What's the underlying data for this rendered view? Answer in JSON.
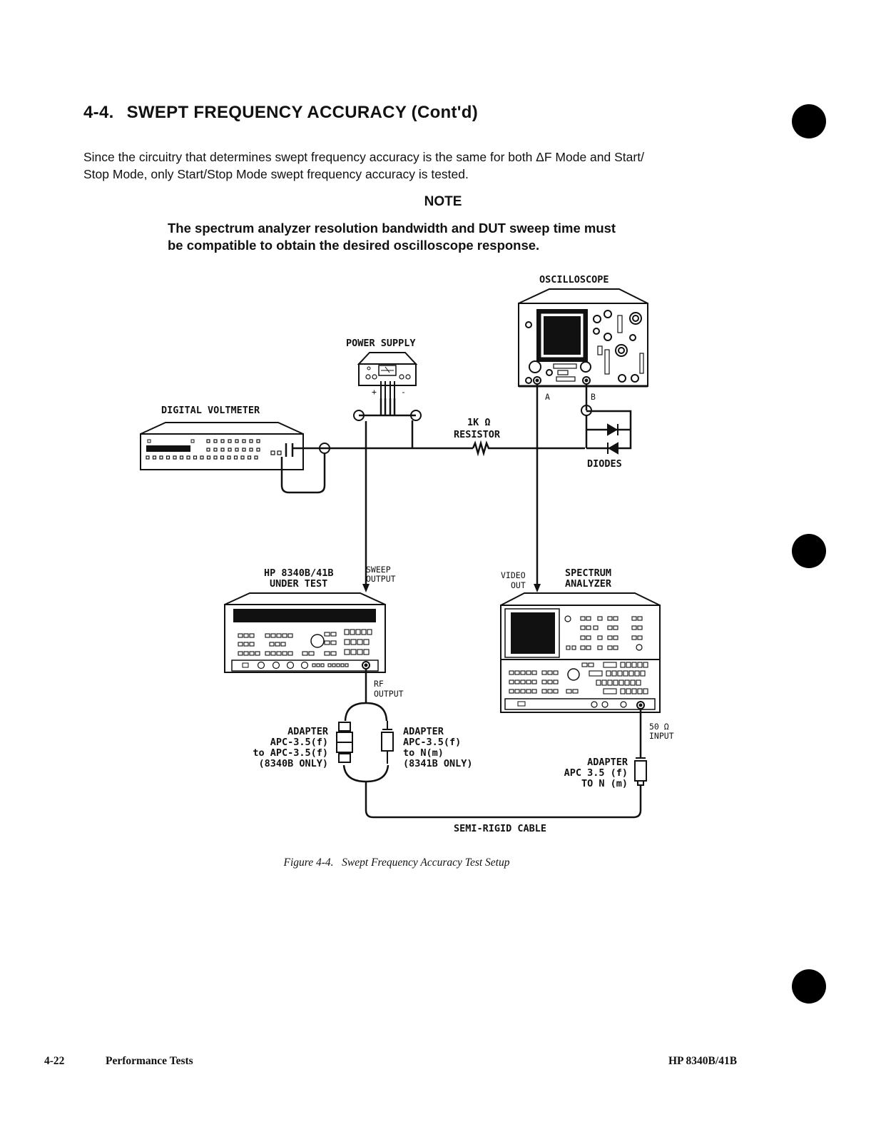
{
  "section": {
    "number": "4-4.",
    "title": "SWEPT FREQUENCY ACCURACY (Cont'd)"
  },
  "body_text": {
    "line1": "Since the circuitry that determines swept frequency accuracy is the same for both ΔF Mode and Start/",
    "line2": "Stop Mode, only Start/Stop Mode swept frequency accuracy is tested."
  },
  "note": {
    "label": "NOTE",
    "line1": "The spectrum analyzer resolution bandwidth and DUT sweep time must",
    "line2": "be compatible to obtain the desired oscilloscope response."
  },
  "figure": {
    "oscilloscope": "OSCILLOSCOPE",
    "channel_a": "A",
    "channel_b": "B",
    "power_supply": "POWER SUPPLY",
    "plus": "+",
    "minus": "-",
    "digital_voltmeter": "DIGITAL VOLTMETER",
    "resistor_value": "1K Ω",
    "resistor": "RESISTOR",
    "diodes": "DIODES",
    "dut_line1": "HP 8340B/41B",
    "dut_line2": "UNDER TEST",
    "sweep_line1": "SWEEP",
    "sweep_line2": "OUTPUT",
    "video_line1": "VIDEO",
    "video_line2": "OUT",
    "sa_line1": "SPECTRUM",
    "sa_line2": "ANALYZER",
    "rf_line1": "RF",
    "rf_line2": "OUTPUT",
    "adapter_left_1": "ADAPTER",
    "adapter_left_2": "APC-3.5(f)",
    "adapter_left_3": "to APC-3.5(f)",
    "adapter_left_4": "(8340B ONLY)",
    "adapter_mid_1": "ADAPTER",
    "adapter_mid_2": "APC-3.5(f)",
    "adapter_mid_3": "to N(m)",
    "adapter_mid_4": "(8341B ONLY)",
    "input_line1": "50 Ω",
    "input_line2": "INPUT",
    "adapter_right_1": "ADAPTER",
    "adapter_right_2": "APC 3.5 (f)",
    "adapter_right_3": "TO N (m)",
    "cable": "SEMI-RIGID CABLE"
  },
  "caption": {
    "label": "Figure 4-4.",
    "title": "Swept Frequency Accuracy Test Setup"
  },
  "footer": {
    "page": "4-22",
    "section": "Performance Tests",
    "model": "HP 8340B/41B"
  }
}
